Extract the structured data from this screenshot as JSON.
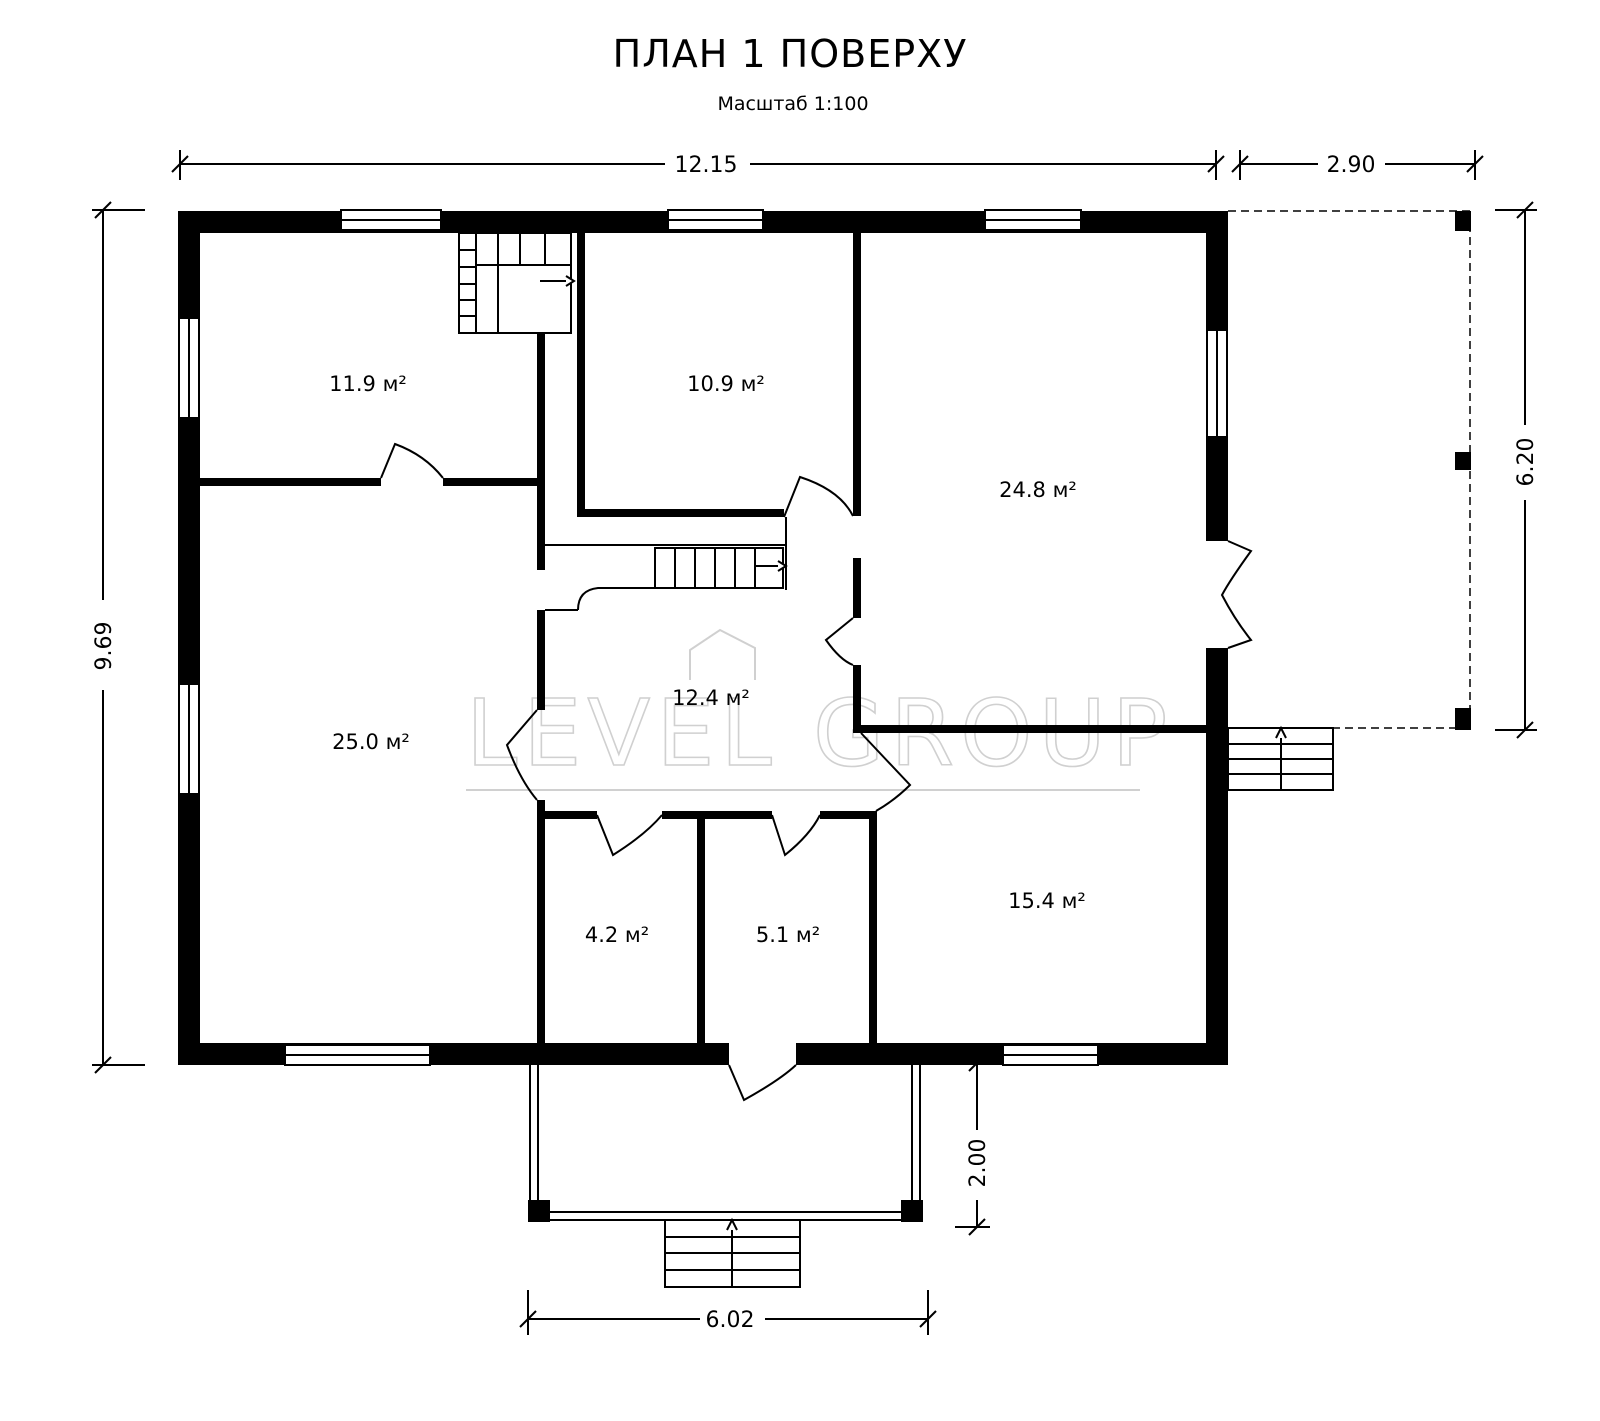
{
  "header": {
    "title": "ПЛАН 1 ПОВЕРХУ",
    "scale": "Масштаб 1:100"
  },
  "dimensions": {
    "total_width": "12.15",
    "terrace_width": "2.90",
    "total_depth": "9.69",
    "terrace_depth": "6.20",
    "porch_depth": "2.00",
    "porch_width": "6.02"
  },
  "rooms": {
    "room_nw": "11.9 м²",
    "room_n": "10.9 м²",
    "room_ne": "24.8 м²",
    "room_w": "25.0 м²",
    "hall": "12.4 м²",
    "room_se": "15.4 м²",
    "bath_1": "4.2 м²",
    "bath_2": "5.1 м²"
  },
  "watermark": {
    "brand": "LEVEL GROUP"
  }
}
